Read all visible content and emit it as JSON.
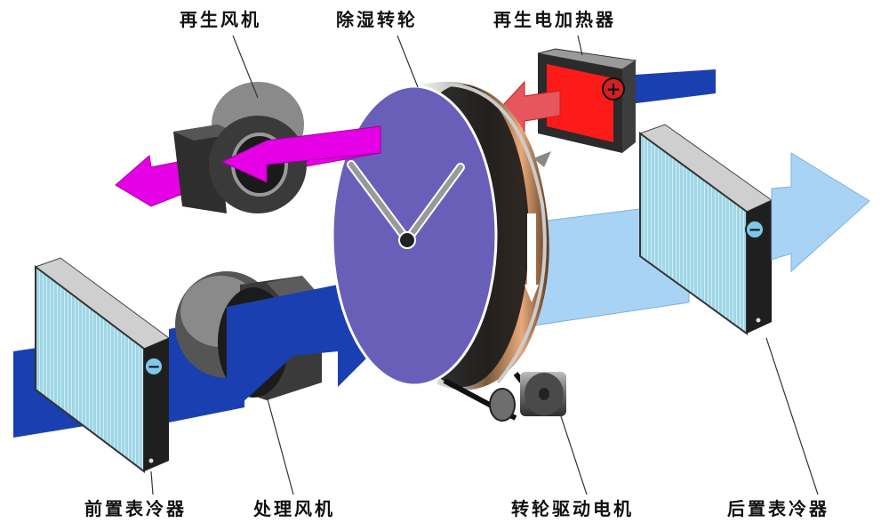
{
  "labels": {
    "regen_fan": "再生风机",
    "desiccant_wheel": "除湿转轮",
    "regen_heater": "再生电加热器",
    "pre_cooler": "前置表冷器",
    "process_fan": "处理风机",
    "wheel_motor": "转轮驱动电机",
    "post_cooler": "后置表冷器"
  },
  "symbols": {
    "heater": "+",
    "pre_cooler": "−",
    "post_cooler": "−"
  },
  "colors": {
    "process_air": "#1a3fb0",
    "dry_air": "#a9d3f5",
    "regen_exhaust": "#e600e6",
    "heated_air": "#e8565d",
    "heater_red": "#ff1a1a",
    "wheel_face": "#6a5fb8",
    "coil_mesh": "#9fd6e6",
    "cooler_badge": "#7fc8e8"
  }
}
